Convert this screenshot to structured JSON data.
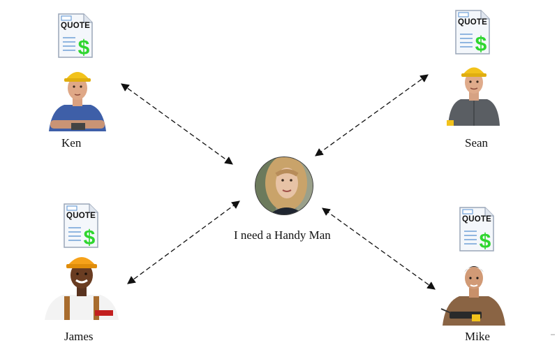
{
  "center": {
    "label": "I need a Handy Man"
  },
  "handymen": [
    {
      "name": "Ken",
      "quote_text": "QUOTE",
      "icon": "price-quote-icon"
    },
    {
      "name": "Sean",
      "quote_text": "QUOTE",
      "icon": "price-quote-icon"
    },
    {
      "name": "James",
      "quote_text": "QUOTE",
      "icon": "price-quote-icon"
    },
    {
      "name": "Mike",
      "quote_text": "QUOTE",
      "icon": "price-quote-icon"
    }
  ],
  "colors": {
    "dollar": "#2fd62f",
    "hardhat": "#f2c21b",
    "arrow": "#111111"
  }
}
